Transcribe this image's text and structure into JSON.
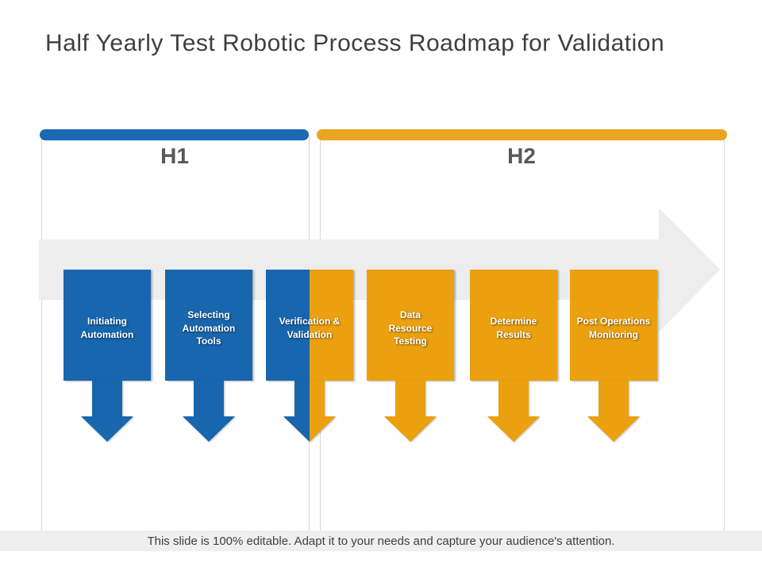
{
  "slide": {
    "title": "Half Yearly Test Robotic Process Roadmap for Validation",
    "footer": "This slide is 100% editable. Adapt it to your needs and capture your audience's attention."
  },
  "sections": [
    {
      "label": "H1",
      "bar_color": "#1A69B2"
    },
    {
      "label": "H2",
      "bar_color": "#EAA524"
    }
  ],
  "timeline": {
    "arrow_color": "#EDEDED",
    "direction": "left-to-right"
  },
  "milestones": [
    {
      "label": "Initiating\nAutomation",
      "phase": "H1",
      "color": "#1766AE"
    },
    {
      "label": "Selecting\nAutomation\nTools",
      "phase": "H1",
      "color": "#1766AE"
    },
    {
      "label": "Verification &\nValidation",
      "phase": "H1-H2",
      "color": "#1766AE,#EAA00F",
      "split": true
    },
    {
      "label": "Data\nResource\nTesting",
      "phase": "H2",
      "color": "#EAA00F"
    },
    {
      "label": "Determine\nResults",
      "phase": "H2",
      "color": "#EAA00F"
    },
    {
      "label": "Post Operations\nMonitoring",
      "phase": "H2",
      "color": "#EAA00F"
    }
  ],
  "colors": {
    "blue": "#1766AE",
    "orange": "#EAA00F",
    "gray_arrow": "#EDEDED",
    "footer_bg": "#EFEFEF",
    "heading_gray": "#595959",
    "title_gray": "#3F3F3F"
  }
}
